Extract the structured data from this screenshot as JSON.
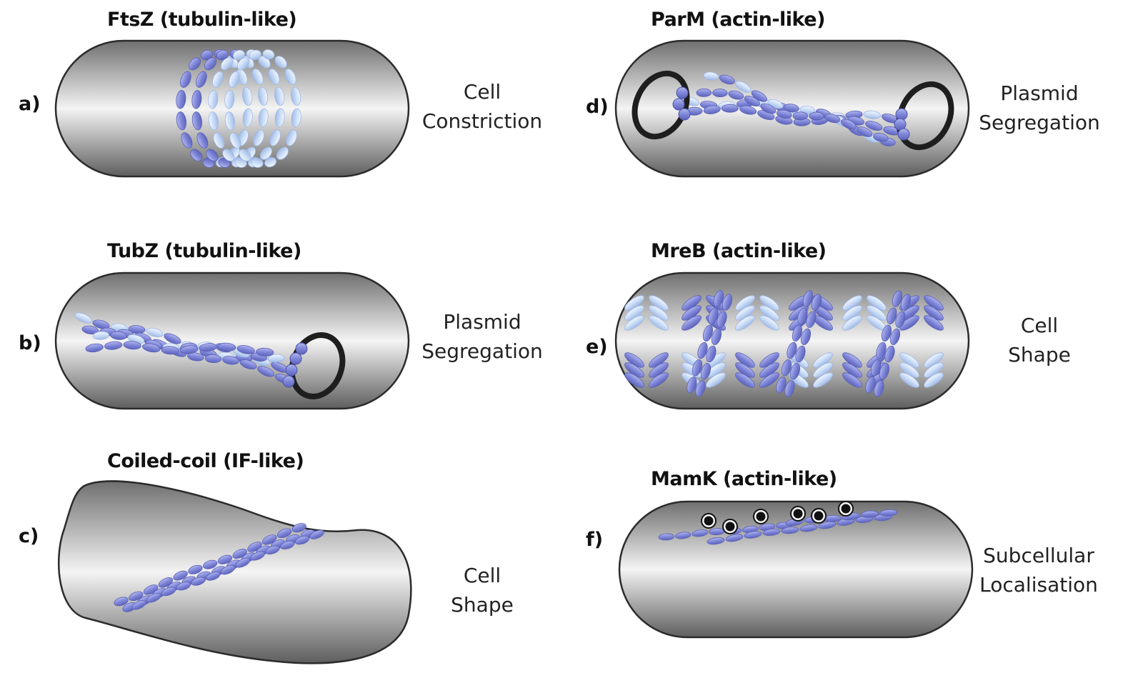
{
  "panels": [
    {
      "letter": "a)",
      "title": "FtsZ (tubulin-like)",
      "function": [
        "Cell",
        "Constriction"
      ]
    },
    {
      "letter": "b)",
      "title": "TubZ (tubulin-like)",
      "function": [
        "Plasmid",
        "Segregation"
      ]
    },
    {
      "letter": "c)",
      "title": "Coiled-coil (IF-like)",
      "function": [
        "Cell",
        "Shape"
      ]
    },
    {
      "letter": "d)",
      "title": "ParM (actin-like)",
      "function": [
        "Plasmid",
        "Segregation"
      ]
    },
    {
      "letter": "e)",
      "title": "MreB (actin-like)",
      "function": [
        "Cell",
        "Shape"
      ]
    },
    {
      "letter": "f)",
      "title": "MamK (actin-like)",
      "function": [
        "Subcellular",
        "Localisation"
      ]
    }
  ],
  "colors": {
    "filament_dark": "#7f86d8",
    "filament_light": "#c9dcf6",
    "cell_outline": "#2b2b2b",
    "plasmid": "#1e1e1e"
  }
}
